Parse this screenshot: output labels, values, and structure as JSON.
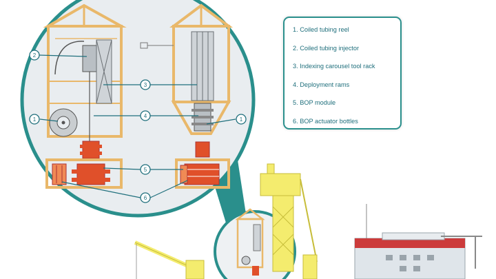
{
  "legend": {
    "items": [
      "1. Coiled tubing reel",
      "2. Coiled tubing injector",
      "3. Indexing carousel tool rack",
      "4. Deployment rams",
      "5. BOP module",
      "6. BOP actuator bottles"
    ]
  },
  "callouts": [
    "1",
    "2",
    "3",
    "4",
    "5",
    "6"
  ],
  "colors": {
    "frame": "#e9b86a",
    "teal": "#2a8f8c",
    "bop_red": "#e0502a",
    "crane_yellow": "#f4ec6e",
    "lens_bg": "#e9edf0"
  }
}
